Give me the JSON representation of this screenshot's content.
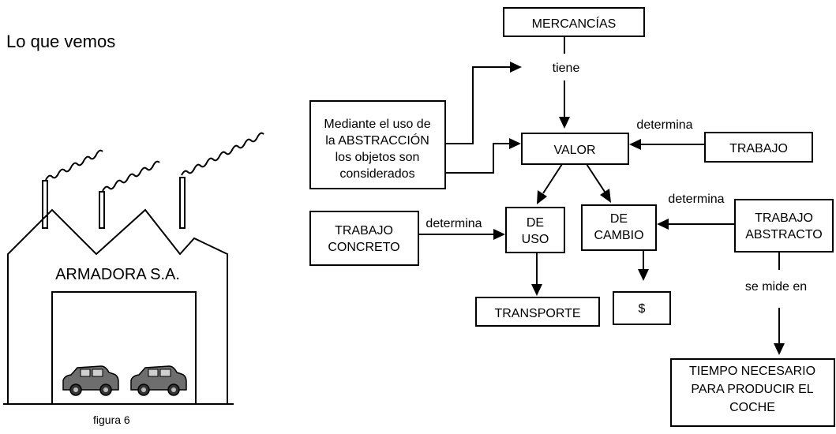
{
  "left_panel": {
    "heading": "Lo que vemos",
    "factory_sign": "ARMADORA S.A.",
    "caption": "figura 6"
  },
  "diagram": {
    "nodes": {
      "mercancias": "MERCANCÍAS",
      "abstraccion": [
        "Mediante el uso de",
        "la ABSTRACCIÓN",
        "los objetos son",
        "considerados"
      ],
      "valor": "VALOR",
      "trabajo": "TRABAJO",
      "de_uso": [
        "DE",
        "USO"
      ],
      "de_cambio": [
        "DE",
        "CAMBIO"
      ],
      "trabajo_concreto": [
        "TRABAJO",
        "CONCRETO"
      ],
      "trabajo_abstracto": [
        "TRABAJO",
        "ABSTRACTO"
      ],
      "transporte": "TRANSPORTE",
      "dinero": "$",
      "tiempo": [
        "TIEMPO NECESARIO",
        "PARA PRODUCIR EL",
        "COCHE"
      ]
    },
    "edge_labels": {
      "tiene": "tiene",
      "determina_trabajo": "determina",
      "determina_concreto": "determina",
      "determina_abstracto": "determina",
      "se_mide_en": "se mide en"
    }
  }
}
